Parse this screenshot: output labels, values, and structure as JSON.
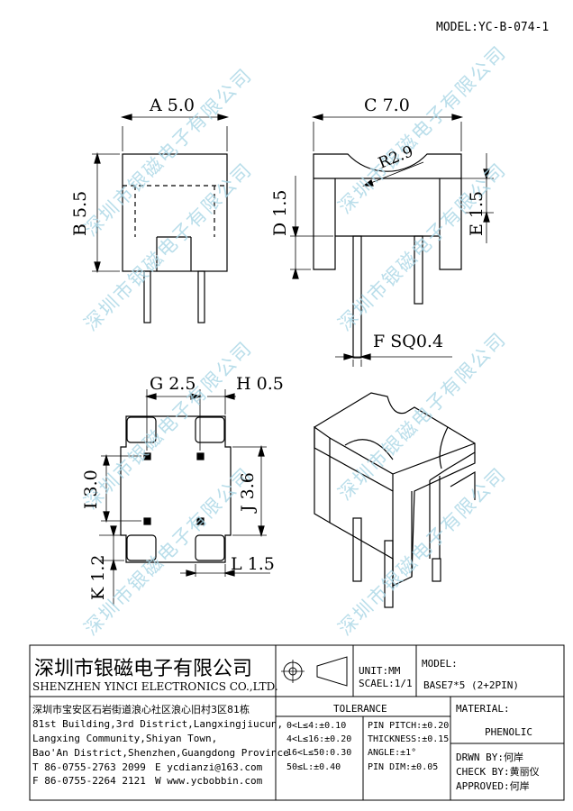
{
  "model_label": "MODEL:YC-B-074-1",
  "dimensions": {
    "a": "A 5.0",
    "b": "B 5.5",
    "c": "C 7.0",
    "d": "D 1.5",
    "e": "E 1.5",
    "f": "F SQ0.4",
    "r": "R2.9",
    "g": "G 2.5",
    "h": "H 0.5",
    "i": "I 3.0",
    "j": "J 3.6",
    "k": "K 1.2",
    "l": "L 1.5"
  },
  "watermark": "深圳市银磁电子有限公司",
  "title_block": {
    "company_cn": "深圳市银磁电子有限公司",
    "company_en": "SHENZHEN YINCI ELECTRONICS CO.,LTD.",
    "unit": "UNIT:MM",
    "scale": "SCAEL:1/1",
    "model_label": "MODEL:",
    "model_value": "BASE7*5 (2+2PIN)",
    "address_cn": "深圳市宝安区石岩街道浪心社区浪心旧村3区81栋",
    "address_en_1": "81st Building,3rd District,Langxingjiucun,",
    "address_en_2": "Langxing Community,Shiyan Town,",
    "address_en_3": "Bao'An District,Shenzhen,Guangdong Province",
    "tel": "T 86-0755-2763 2099",
    "email": "E ycdianzi@163.com",
    "fax": "F 86-0755-2264 2121",
    "web": "W www.ycbobbin.com",
    "tolerance_title": "TOLERANCE",
    "tolerance_rows": [
      "0<L≤4:±0.10",
      "4<L≤16:±0.20",
      "16<L≤50:0.30",
      "50≤L:±0.40"
    ],
    "spec_rows": [
      "PIN PITCH:±0.20",
      "THICKNESS:±0.15",
      "ANGLE:±1°",
      "PIN DIM:±0.05"
    ],
    "material_label": "MATERIAL:",
    "material_value": "PHENOLIC",
    "drawn_by": "DRWN BY:何岸",
    "check_by": "CHECK BY:黄丽仪",
    "approved": "APPROVED:何岸"
  }
}
